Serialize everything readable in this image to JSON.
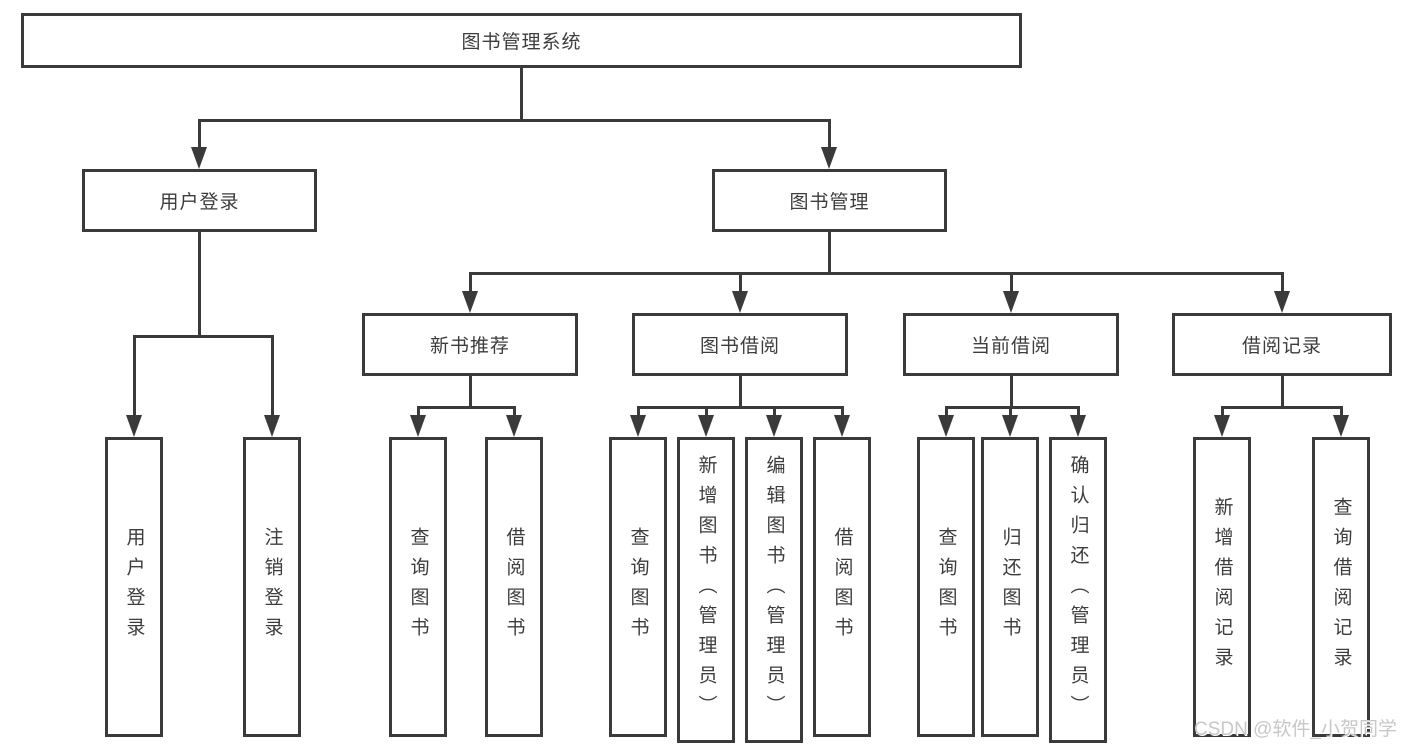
{
  "root": {
    "label": "图书管理系统"
  },
  "branches": [
    {
      "label": "用户登录",
      "children": [
        {
          "label": "用户登录"
        },
        {
          "label": "注销登录"
        }
      ]
    },
    {
      "label": "图书管理",
      "children": [
        {
          "label": "新书推荐",
          "children": [
            {
              "label": "查询图书"
            },
            {
              "label": "借阅图书"
            }
          ]
        },
        {
          "label": "图书借阅",
          "children": [
            {
              "label": "查询图书"
            },
            {
              "label": "新增图书（管理员）"
            },
            {
              "label": "编辑图书（管理员）"
            },
            {
              "label": "借阅图书"
            }
          ]
        },
        {
          "label": "当前借阅",
          "children": [
            {
              "label": "查询图书"
            },
            {
              "label": "归还图书"
            },
            {
              "label": "确认归还（管理员）"
            }
          ]
        },
        {
          "label": "借阅记录",
          "children": [
            {
              "label": "新增借阅记录"
            },
            {
              "label": "查询借阅记录"
            }
          ]
        }
      ]
    }
  ],
  "watermark": "CSDN @软件_小贺同学",
  "colors": {
    "line": "#3a3a3a",
    "text": "#3d3d3d",
    "watermark": "#c8c8c8",
    "background": "#ffffff"
  }
}
